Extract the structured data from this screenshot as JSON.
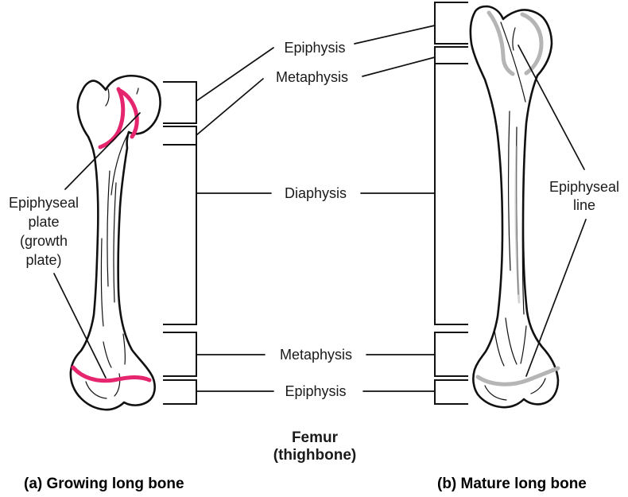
{
  "figure": {
    "center_labels": {
      "epiphysis_top": "Epiphysis",
      "metaphysis_top": "Metaphysis",
      "diaphysis": "Diaphysis",
      "metaphysis_bottom": "Metaphysis",
      "epiphysis_bottom": "Epiphysis"
    },
    "left_annotation": "Epiphyseal\nplate\n(growth\nplate)",
    "right_annotation": "Epiphyseal\nline",
    "bone_name": "Femur\n(thighbone)",
    "caption_a": "(a) Growing long bone",
    "caption_b": "(b) Mature long bone"
  },
  "colors": {
    "growth_plate_pink": "#e5266e",
    "epiphyseal_line_gray": "#b5b5b5",
    "outline_black": "#111111",
    "background": "#ffffff"
  }
}
